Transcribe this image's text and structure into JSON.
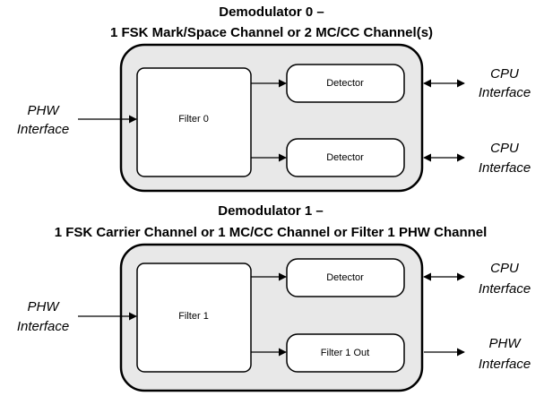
{
  "demod0": {
    "title_line1": "Demodulator 0 –",
    "title_line2": "1 FSK Mark/Space Channel or 2 MC/CC Channel(s)",
    "filter": "Filter 0",
    "detector_top": "Detector",
    "detector_bottom": "Detector",
    "input_line1": "PHW",
    "input_line2": "Interface",
    "out_top_line1": "CPU",
    "out_top_line2": "Interface",
    "out_bottom_line1": "CPU",
    "out_bottom_line2": "Interface"
  },
  "demod1": {
    "title_line1": "Demodulator 1 –",
    "title_line2": "1 FSK Carrier Channel or 1 MC/CC Channel or Filter 1 PHW Channel",
    "filter": "Filter 1",
    "detector_top": "Detector",
    "filter_out": "Filter 1 Out",
    "input_line1": "PHW",
    "input_line2": "Interface",
    "out_top_line1": "CPU",
    "out_top_line2": "Interface",
    "out_bottom_line1": "PHW",
    "out_bottom_line2": "Interface"
  },
  "colors": {
    "outer_fill": "#e8e8e8",
    "inner_fill": "#ffffff",
    "line": "#000000"
  }
}
